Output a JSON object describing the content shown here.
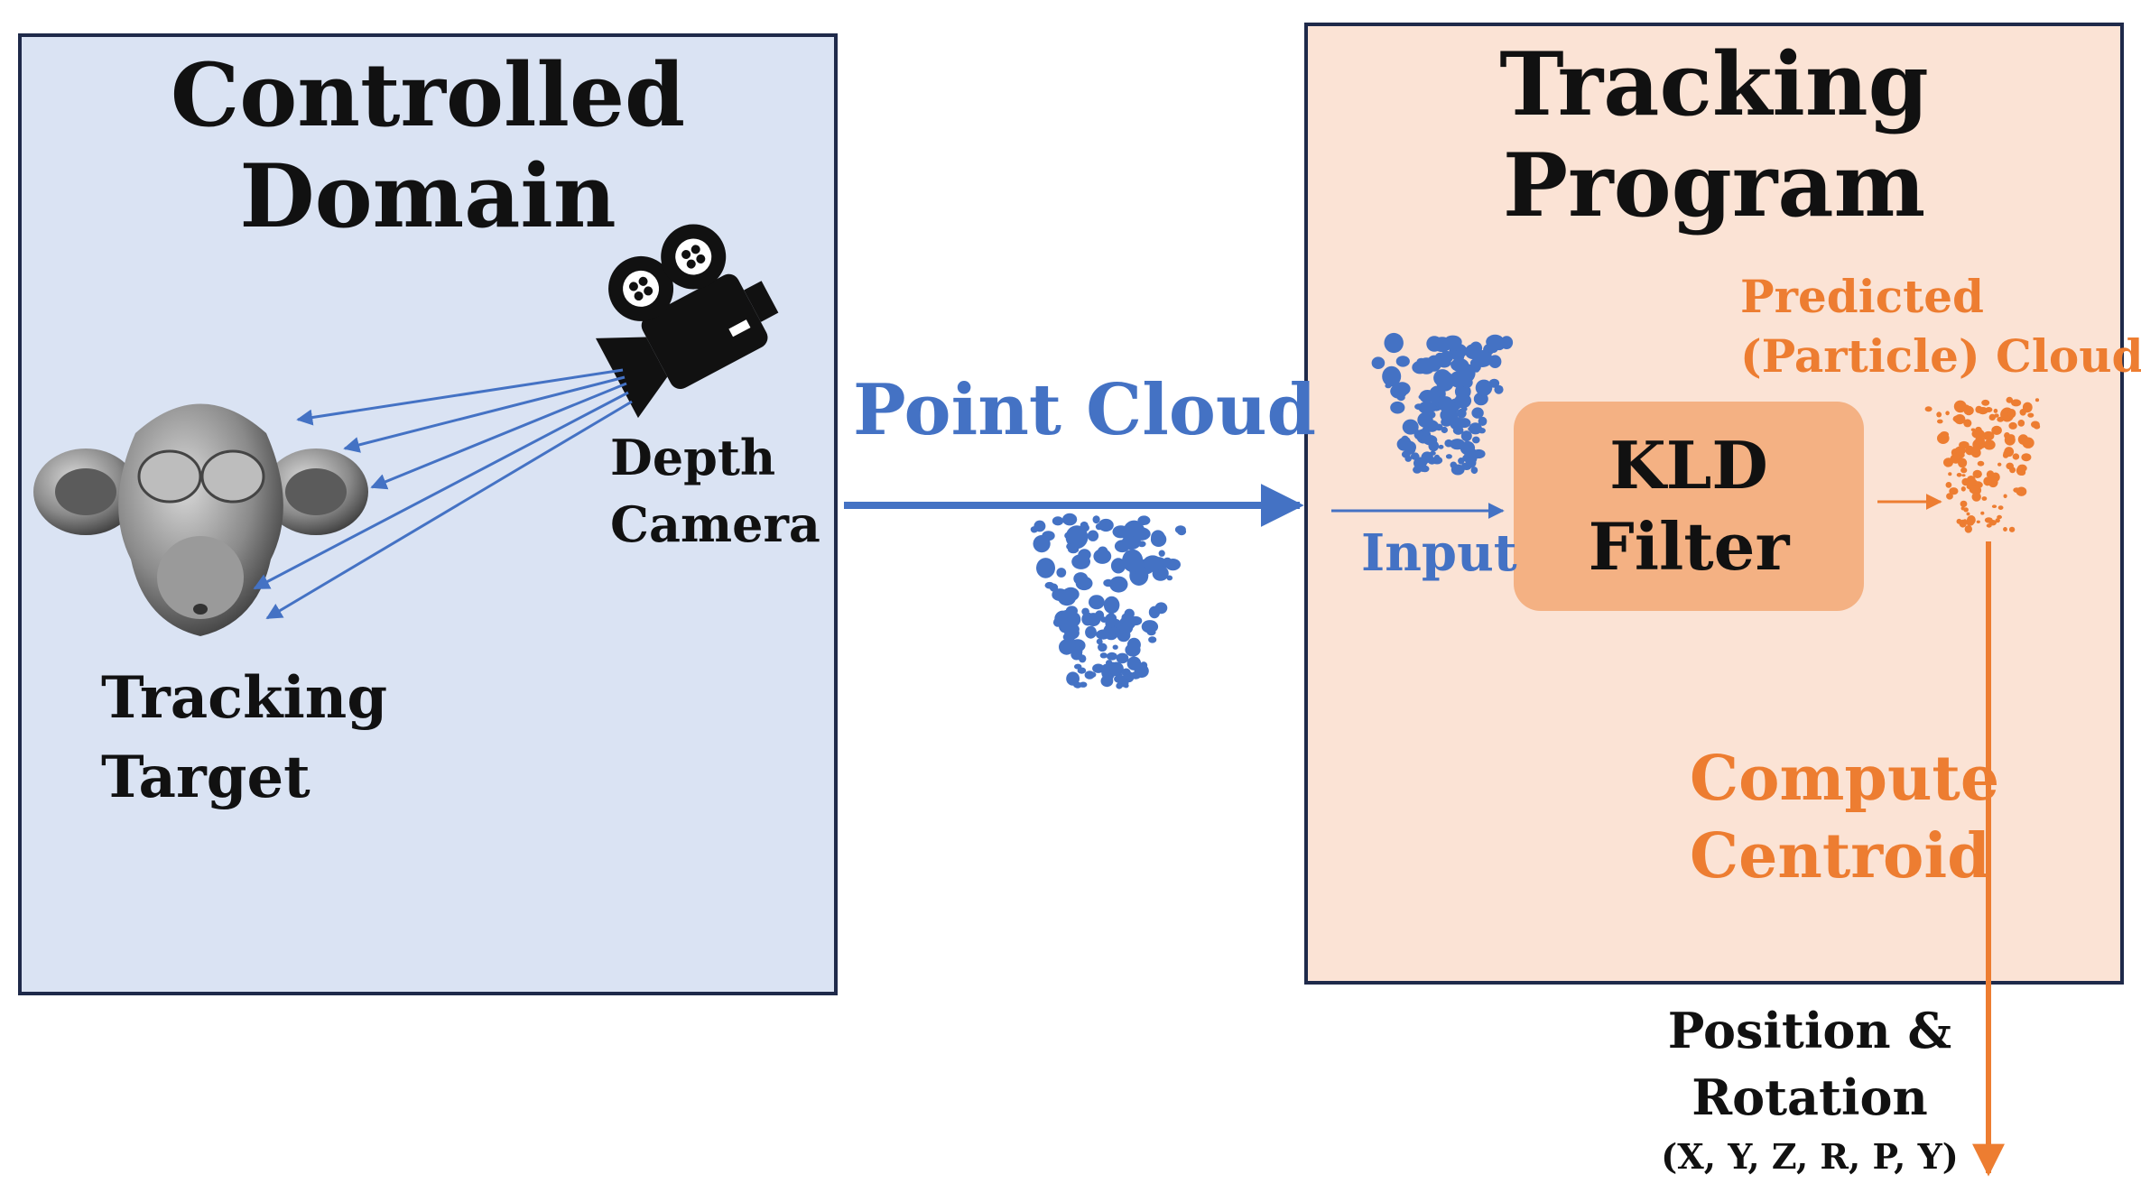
{
  "left_panel": {
    "title_lines": [
      "Controlled",
      "Domain"
    ],
    "camera_label_lines": [
      "Depth",
      "Camera"
    ],
    "target_label_lines": [
      "Tracking",
      "Target"
    ]
  },
  "middle": {
    "point_cloud_label": "Point Cloud"
  },
  "right_panel": {
    "title_lines": [
      "Tracking",
      "Program"
    ],
    "input_label": "Input",
    "filter_lines": [
      "KLD",
      "Filter"
    ],
    "predicted_lines": [
      "Predicted",
      "(Particle) Cloud"
    ],
    "compute_lines": [
      "Compute",
      "Centroid"
    ]
  },
  "output": {
    "lines": [
      "Position &",
      "Rotation"
    ],
    "coords": "(X, Y, Z, R, P, Y)"
  },
  "colors": {
    "left_fill": "#dae3f3",
    "right_fill": "#fbe3d5",
    "border": "#1f2a4a",
    "blue_accent": "#4472c4",
    "orange_accent": "#ed7d31",
    "filter_fill": "#f4b183"
  },
  "icons": [
    "monkey-head-icon",
    "video-camera-icon",
    "point-cloud-icon",
    "particle-cloud-icon"
  ]
}
